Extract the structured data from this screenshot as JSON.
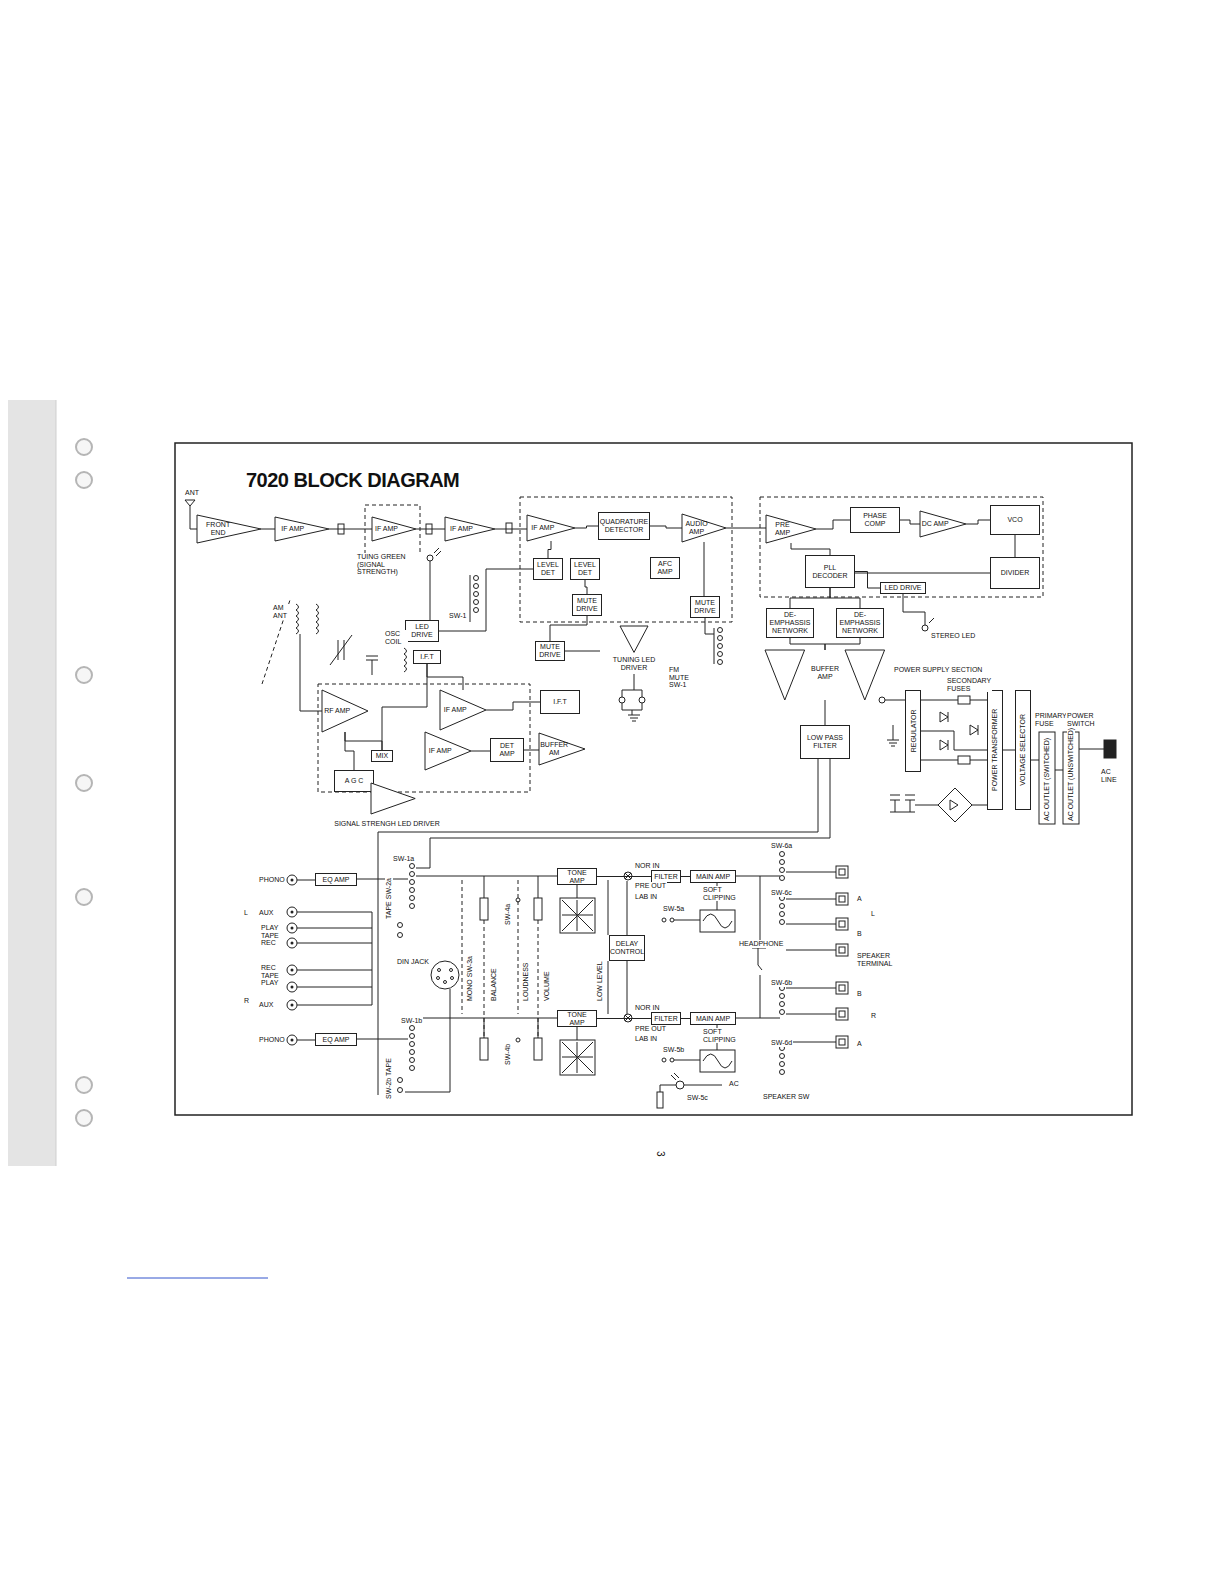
{
  "diagram": {
    "title": "7020 BLOCK DIAGRAM",
    "nodes": [
      {
        "text": [
          "FRONT END"
        ]
      },
      {
        "text": [
          "IF AMP"
        ]
      },
      {
        "text": [
          "IF AMP"
        ]
      },
      {
        "text": [
          "IF AMP"
        ]
      },
      {
        "text": [
          "IF AMP"
        ]
      },
      {
        "text": [
          "QUADRATURE DETECTOR"
        ]
      },
      {
        "text": [
          "AUDIO AMP"
        ]
      },
      {
        "text": [
          "LEVEL DET"
        ]
      },
      {
        "text": [
          "LEVEL DET"
        ]
      },
      {
        "text": [
          "AFC AMP"
        ]
      },
      {
        "text": [
          "MUTE DRIVE"
        ]
      },
      {
        "text": [
          "MUTE DRIVE"
        ]
      },
      {
        "text": [
          "MUTE DRIVE"
        ]
      },
      {
        "text": [
          "TUNING LED DRIVER"
        ]
      },
      {
        "text": [
          "LED DRIVE"
        ]
      },
      {
        "text": [
          "PRE AMP"
        ]
      },
      {
        "text": [
          "PHASE COMP"
        ]
      },
      {
        "text": [
          "DC AMP"
        ]
      },
      {
        "text": [
          "VCO"
        ]
      },
      {
        "text": [
          "PLL DECODER"
        ]
      },
      {
        "text": [
          "DIVIDER"
        ]
      },
      {
        "text": [
          "LED DRIVE"
        ]
      },
      {
        "text": [
          "DE- EMPHASSIS NETWORK"
        ]
      },
      {
        "text": [
          "DE- EMPHASSIS NETWORK"
        ]
      },
      {
        "text": [
          "BUFFER AMP"
        ]
      },
      {
        "text": [
          "LOW PASS FILTER"
        ]
      },
      {
        "text": [
          "I.F.T"
        ]
      },
      {
        "text": [
          "RF AMP"
        ]
      },
      {
        "text": [
          "MIX"
        ]
      },
      {
        "text": [
          "IF AMP"
        ]
      },
      {
        "text": [
          "IF AMP"
        ]
      },
      {
        "text": [
          "DET AMP"
        ]
      },
      {
        "text": [
          "A G C"
        ]
      },
      {
        "text": [
          "I.F.T"
        ]
      },
      {
        "text": [
          "BUFFER AM"
        ]
      },
      {
        "text": [
          "SIGNAL STRENGH LED DRIVER"
        ]
      },
      {
        "text": [
          "REGULATOR"
        ]
      },
      {
        "text": [
          "POWER TRANSFORMER"
        ]
      },
      {
        "text": [
          "VOLTAGE SELECTOR"
        ]
      },
      {
        "text": [
          "EQ AMP"
        ]
      },
      {
        "text": [
          "EQ AMP"
        ]
      },
      {
        "text": [
          "TONE AMP"
        ]
      },
      {
        "text": [
          "TONE AMP"
        ]
      },
      {
        "text": [
          "DELAY CONTROL"
        ]
      },
      {
        "text": [
          "FILTER"
        ]
      },
      {
        "text": [
          "MAIN AMP"
        ]
      },
      {
        "text": [
          "FILTER"
        ]
      },
      {
        "text": [
          "MAIN AMP"
        ]
      }
    ],
    "edges": [
      {
        "from": 0,
        "to": 1,
        "arrow": "none"
      },
      {
        "from": 1,
        "to": 2,
        "arrow": "none"
      },
      {
        "from": 2,
        "to": 3,
        "arrow": "none"
      },
      {
        "from": 3,
        "to": 4,
        "arrow": "none"
      },
      {
        "from": 4,
        "to": 5,
        "arrow": "none"
      },
      {
        "from": 5,
        "to": 6,
        "arrow": "none"
      },
      {
        "from": 6,
        "to": 15,
        "arrow": "none"
      },
      {
        "from": 15,
        "to": 16,
        "arrow": "none"
      },
      {
        "from": 16,
        "to": 17,
        "arrow": "none"
      },
      {
        "from": 17,
        "to": 18,
        "arrow": "none"
      },
      {
        "from": 18,
        "to": 20,
        "arrow": "none"
      },
      {
        "from": 20,
        "to": 19,
        "arrow": "none"
      },
      {
        "from": 15,
        "to": 19,
        "arrow": "none"
      },
      {
        "from": 19,
        "to": 22,
        "arrow": "none"
      },
      {
        "from": 19,
        "to": 23,
        "arrow": "none"
      },
      {
        "from": 22,
        "to": 24,
        "arrow": "none"
      },
      {
        "from": 23,
        "to": 24,
        "arrow": "none"
      },
      {
        "from": 24,
        "to": 25,
        "arrow": "none"
      },
      {
        "from": 19,
        "to": 21,
        "arrow": "none"
      },
      {
        "from": 4,
        "to": 7,
        "arrow": "none"
      },
      {
        "from": 8,
        "to": 10,
        "arrow": "none"
      },
      {
        "from": 6,
        "to": 11,
        "arrow": "none"
      },
      {
        "from": 7,
        "to": 14,
        "arrow": "none"
      },
      {
        "from": 27,
        "to": 28,
        "arrow": "none"
      },
      {
        "from": 28,
        "to": 26,
        "arrow": "none"
      },
      {
        "from": 26,
        "to": 29,
        "arrow": "none"
      },
      {
        "from": 29,
        "to": 33,
        "arrow": "none"
      },
      {
        "from": 30,
        "to": 31,
        "arrow": "none"
      },
      {
        "from": 31,
        "to": 34,
        "arrow": "none"
      },
      {
        "from": 32,
        "to": 27,
        "arrow": "none"
      },
      {
        "from": 36,
        "to": 37,
        "arrow": "none"
      },
      {
        "from": 37,
        "to": 38,
        "arrow": "none"
      },
      {
        "from": 41,
        "to": 44,
        "arrow": "none"
      },
      {
        "from": 44,
        "to": 45,
        "arrow": "none"
      },
      {
        "from": 42,
        "to": 46,
        "arrow": "none"
      },
      {
        "from": 46,
        "to": 47,
        "arrow": "none"
      }
    ],
    "labels": [
      "ANT",
      "AM ANT",
      "TUING GREEN (SIGNAL STRENGTH)",
      "SW-1",
      "OSC COIL",
      "FM MUTE SW-1",
      "STEREO LED",
      "POWER SUPPLY SECTION",
      "SECONDARY FUSES",
      "PRIMARY FUSE",
      "POWER SWITCH",
      "AC OUTLET (SWITCHED)",
      "AC OUTLET (UNSWITCHED)",
      "AC LINE",
      "PHONO",
      "L",
      "AUX",
      "PLAY TAPE REC",
      "REC TAPE PLAY",
      "R",
      "AUX",
      "PHONO",
      "SW-1a",
      "TAPE SW-2a",
      "DIN JACK",
      "SW-1b",
      "SW-2b TAPE",
      "MONO SW-3a",
      "BALANCE",
      "SW-4a",
      "SW-4b",
      "LOUDNESS",
      "VOLUME",
      "LOW LEVEL",
      "NOR IN",
      "PRE OUT",
      "LAB IN",
      "SOFT CLIPPING",
      "SW-5a",
      "HEADPHONE",
      "SW-6a",
      "SW-6c",
      "SW-6b",
      "SW-6d",
      "A",
      "L",
      "B",
      "SPEAKER TERMINAL",
      "B",
      "R",
      "A",
      "NOR IN",
      "PRE OUT",
      "LAB IN",
      "SOFT CLIPPING",
      "SW-5b",
      "SW-5c",
      "AC",
      "SPEAKER SW",
      "3"
    ]
  }
}
